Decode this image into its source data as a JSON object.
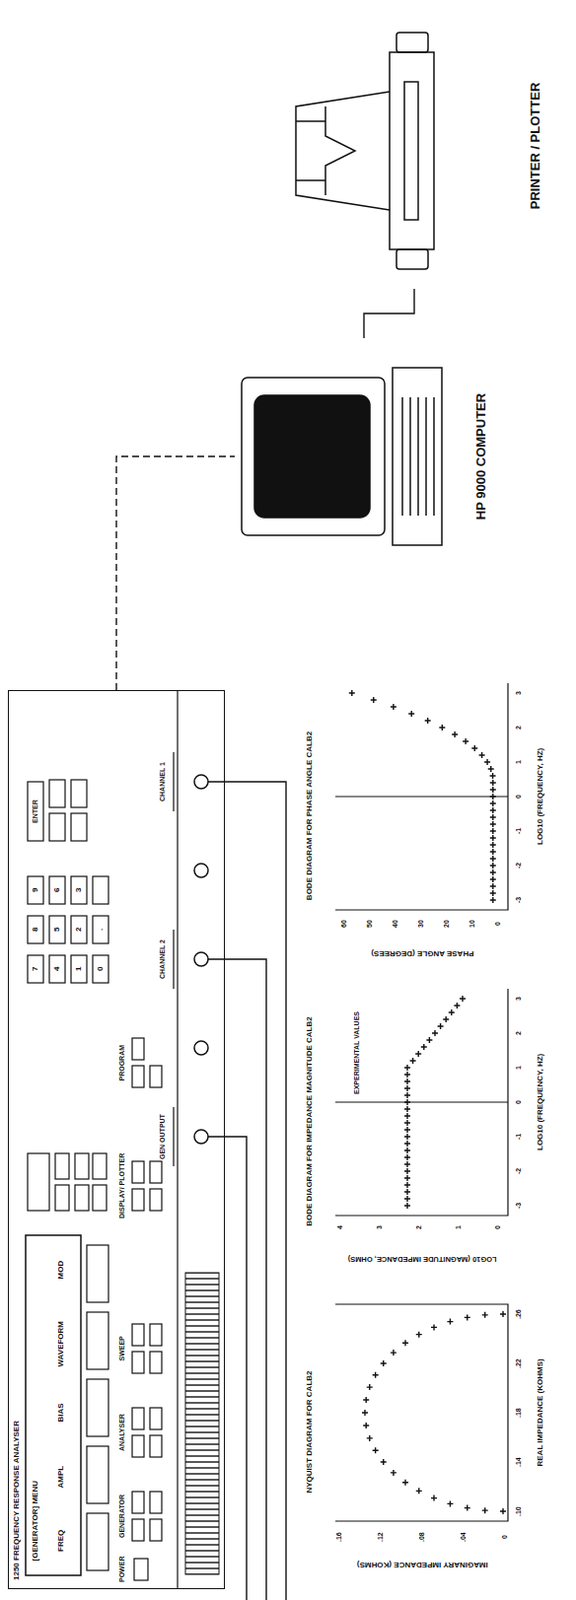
{
  "diagram": {
    "nodes": [
      {
        "text": [
          "1250 FREQUENCY RESPONSE ANALYSER"
        ]
      },
      {
        "text": [
          "HP 9000 COMPUTER"
        ]
      },
      {
        "text": [
          "PRINTER / PLOTTER"
        ]
      },
      {
        "text": [
          "NYQUIST DIAGRAM FOR CALB2"
        ]
      },
      {
        "text": [
          "BODE DIAGRAM FOR IMPEDANCE MAGNITUDE CALB2"
        ]
      },
      {
        "text": [
          "BODE DIAGRAM FOR PHASE ANGLE CALB2"
        ]
      }
    ],
    "edges": [
      {
        "from": 0,
        "to": 1,
        "arrow": "none"
      },
      {
        "from": 1,
        "to": 2,
        "arrow": "none"
      }
    ],
    "labels": [
      "[GENERATOR] MENU",
      "FREQ",
      "AMPL",
      "BIAS",
      "WAVEFORM",
      "MOD",
      "POWER",
      "GENERATOR",
      "ANALYSER",
      "SWEEP",
      "DISPLAY/ PLOTTER",
      "PROGRAM",
      "7",
      "8",
      "9",
      "4",
      "5",
      "6",
      "1",
      "2",
      "3",
      "0",
      ".",
      "ENTER",
      "GEN OUTPUT",
      "CHANNEL 2",
      "CHANNEL 1",
      "IMAGINARY IMPEDANCE (KOHMS)",
      "0",
      ".04",
      ".08",
      ".12",
      ".16",
      ".10",
      ".14",
      ".18",
      ".22",
      ".26",
      "REAL IMPEDANCE (KOHMS)",
      "LOG10 (MAGNITUDE IMPEDANCE, OHMS)",
      "0",
      "1",
      "2",
      "3",
      "4",
      "-3",
      "-2",
      "-1",
      "0",
      "1",
      "2",
      "3",
      "LOG10 (FREQUENCY, HZ)",
      "EXPERIMENTAL VALUES",
      "PHASE ANGLE (DEGREES)",
      "0",
      "10",
      "20",
      "30",
      "40",
      "50",
      "60",
      "-3",
      "-2",
      "-1",
      "0",
      "1",
      "2",
      "3",
      "LOG10 (FREQUENCY, HZ)"
    ]
  }
}
